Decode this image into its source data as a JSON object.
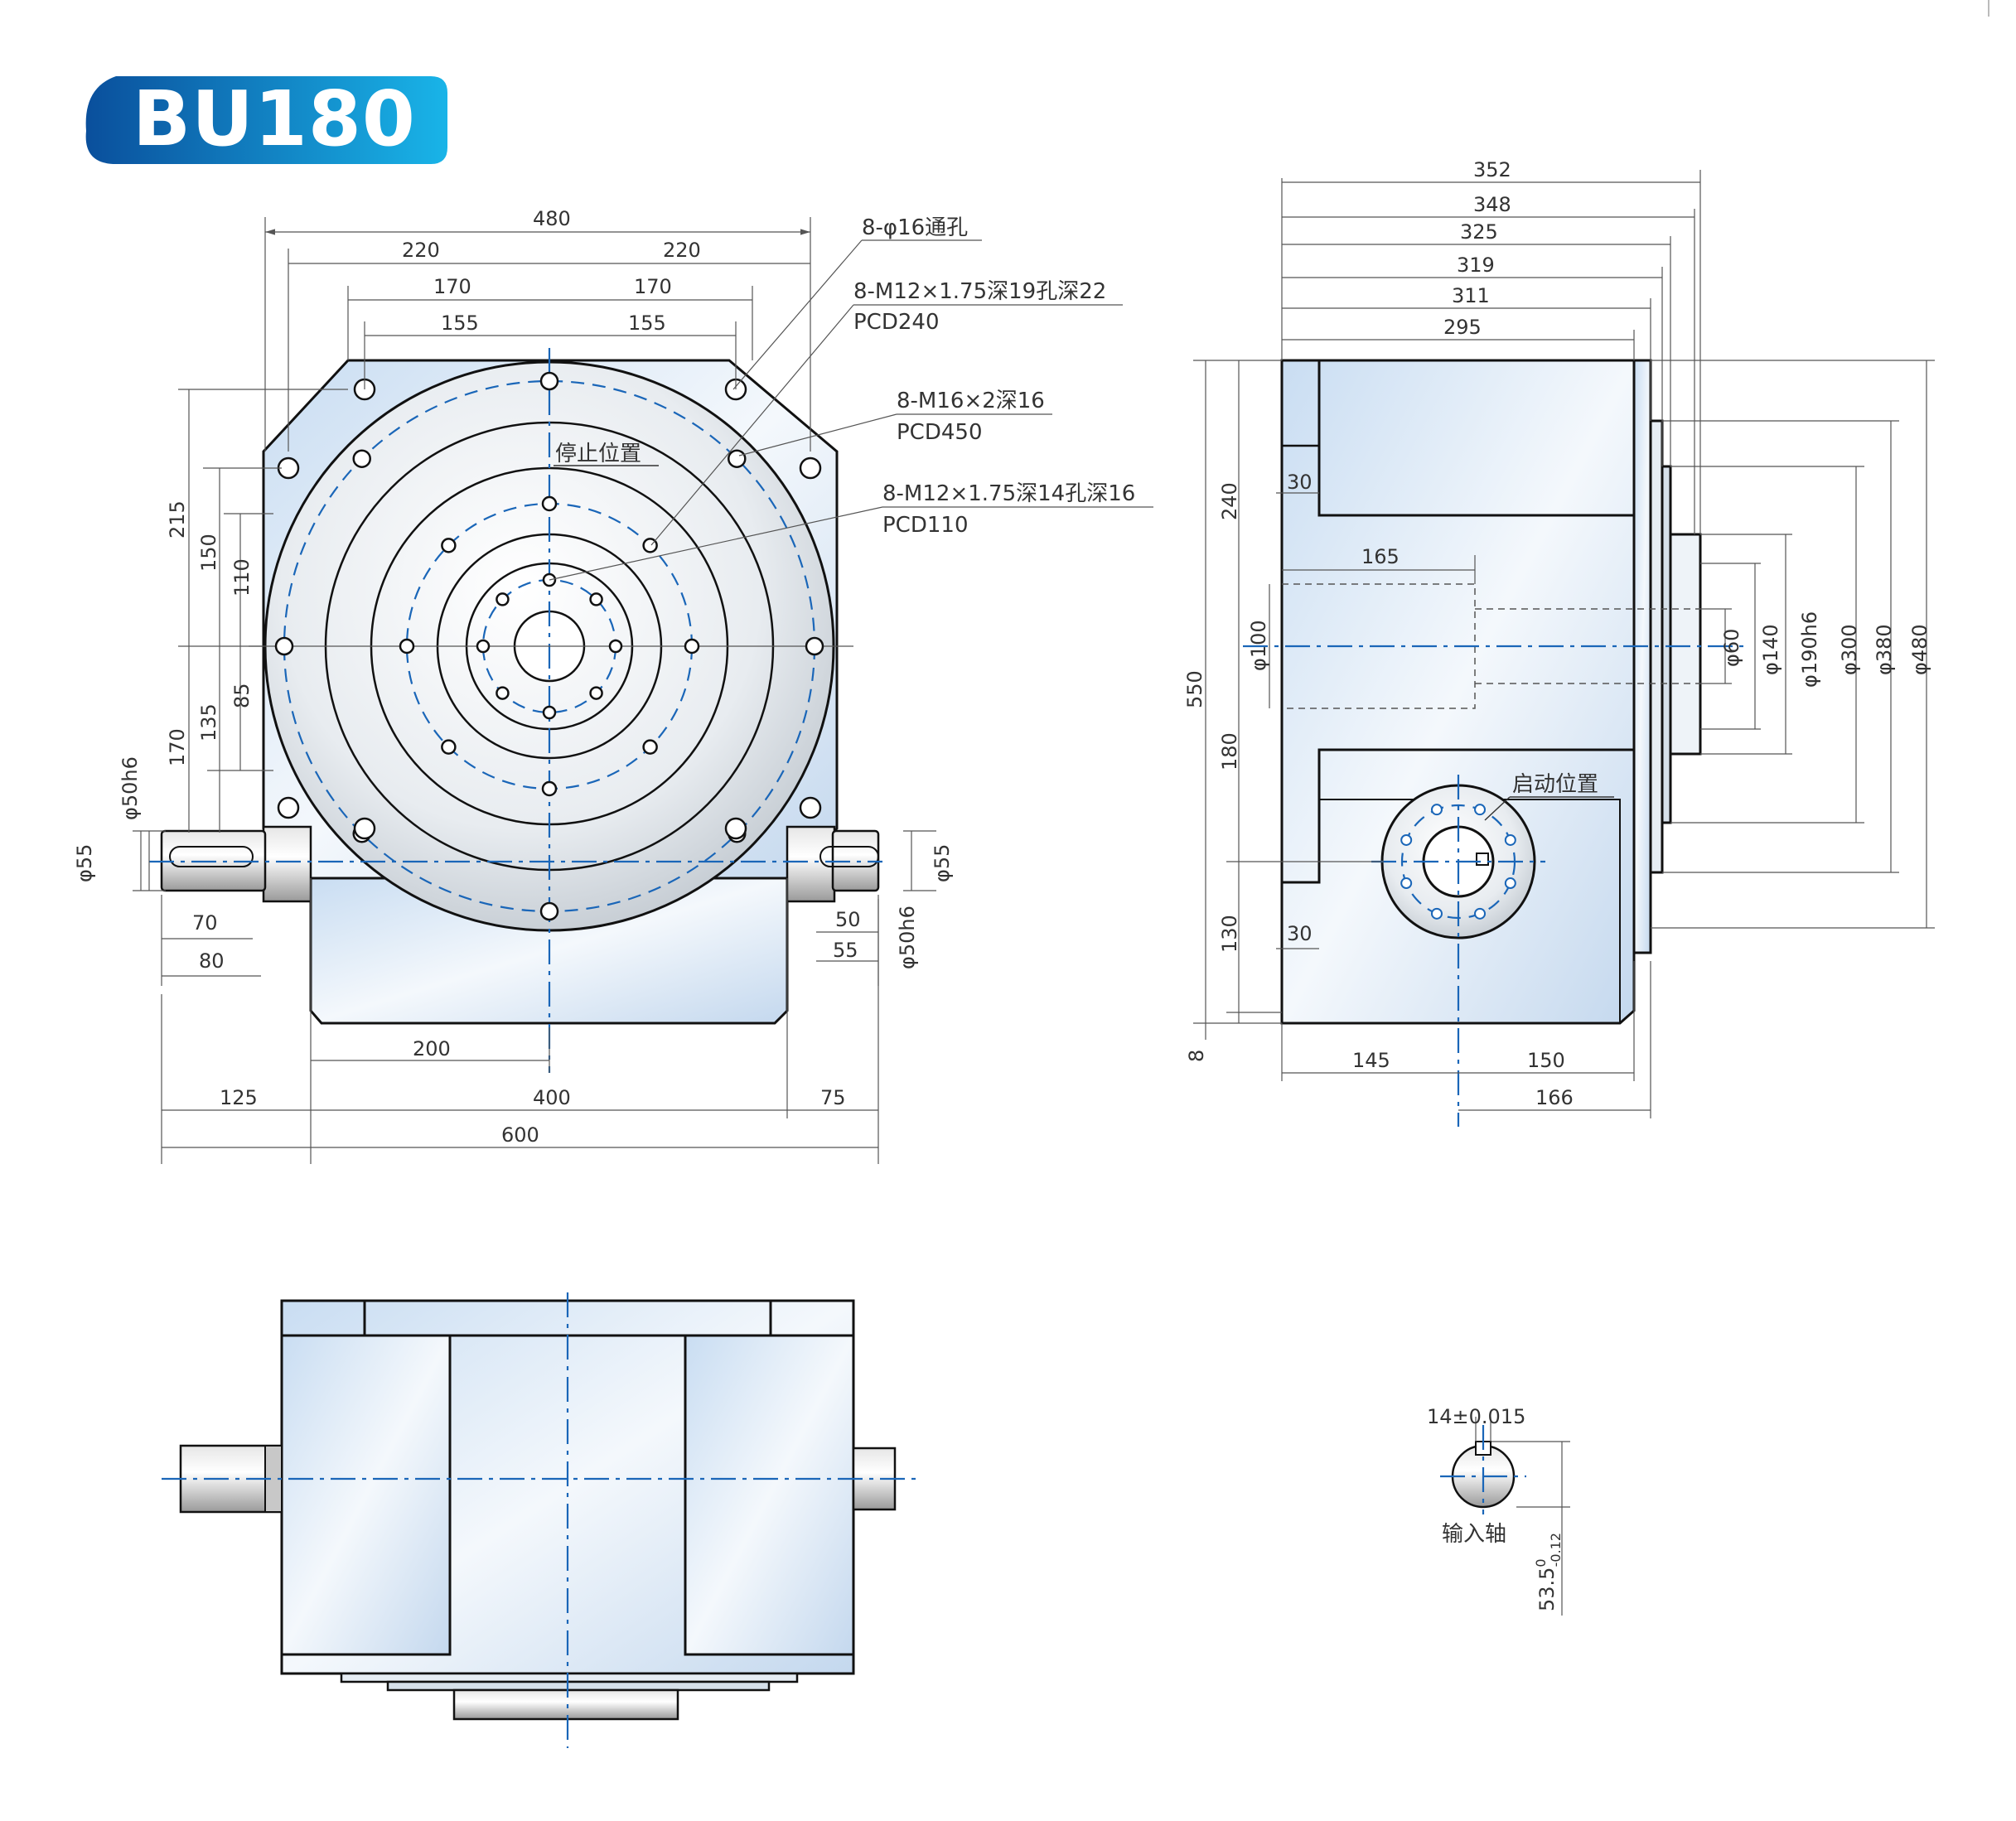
{
  "title": "BU180",
  "colors": {
    "badge_start": "#0a4f9c",
    "badge_end": "#19b4e8",
    "body_fill": "#d6e6f5",
    "centerline": "#1a66b8",
    "outline": "#111111"
  },
  "front_view": {
    "top_dims": [
      "480",
      "220",
      "220",
      "170",
      "170",
      "155",
      "155"
    ],
    "left_dims": [
      "215",
      "150",
      "110",
      "85",
      "135",
      "170"
    ],
    "shaft_dims": [
      "φ50h6",
      "φ55",
      "70",
      "80",
      "50",
      "55",
      "φ55",
      "φ50h6"
    ],
    "bottom_dims": [
      "200",
      "125",
      "400",
      "75",
      "600"
    ],
    "stop_label": "停止位置",
    "callouts": [
      {
        "line1": "8-φ16通孔",
        "line2": ""
      },
      {
        "line1": "8-M12×1.75深19孔深22",
        "line2": "PCD240"
      },
      {
        "line1": "8-M16×2深16",
        "line2": "PCD450"
      },
      {
        "line1": "8-M12×1.75深14孔深16",
        "line2": "PCD110"
      }
    ]
  },
  "side_view": {
    "top_dims": [
      "352",
      "348",
      "325",
      "319",
      "311",
      "295"
    ],
    "left_dims": [
      "240",
      "550",
      "180",
      "130",
      "8"
    ],
    "inner_dims": [
      "30",
      "165",
      "φ100",
      "30"
    ],
    "right_dims": [
      "φ60",
      "φ140",
      "φ190h6",
      "φ300",
      "φ380",
      "φ480"
    ],
    "bottom_dims": [
      "145",
      "150",
      "166"
    ],
    "start_label": "启动位置"
  },
  "shaft_detail": {
    "key_width": "14±0.015",
    "label": "输入轴",
    "depth": "53.5",
    "depth_upper": "0",
    "depth_lower": "-0.12"
  }
}
